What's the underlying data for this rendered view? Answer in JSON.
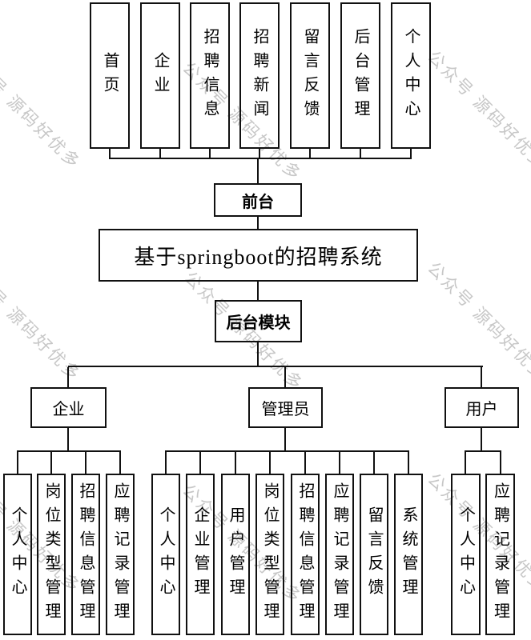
{
  "watermark": {
    "text": "公众号 源码好优多",
    "color": "#c7c7c7"
  },
  "diagram": {
    "system_title": "基于springboot的招聘系统",
    "front_node": "前台",
    "backend_node": "后台模块",
    "front_modules": [
      "首页",
      "企业",
      "招聘信息",
      "招聘新闻",
      "留言反馈",
      "后台管理",
      "个人中心"
    ],
    "roles": [
      {
        "name": "企业",
        "children": [
          "个人中心",
          "岗位类型管理",
          "招聘信息管理",
          "应聘记录管理"
        ]
      },
      {
        "name": "管理员",
        "children": [
          "个人中心",
          "企业管理",
          "用户管理",
          "岗位类型管理",
          "招聘信息管理",
          "应聘记录管理",
          "留言反馈",
          "系统管理"
        ]
      },
      {
        "name": "用户",
        "children": [
          "个人中心",
          "应聘记录管理"
        ]
      }
    ],
    "colors": {
      "line": "#111111",
      "background": "#ffffff",
      "text": "#000000"
    }
  }
}
